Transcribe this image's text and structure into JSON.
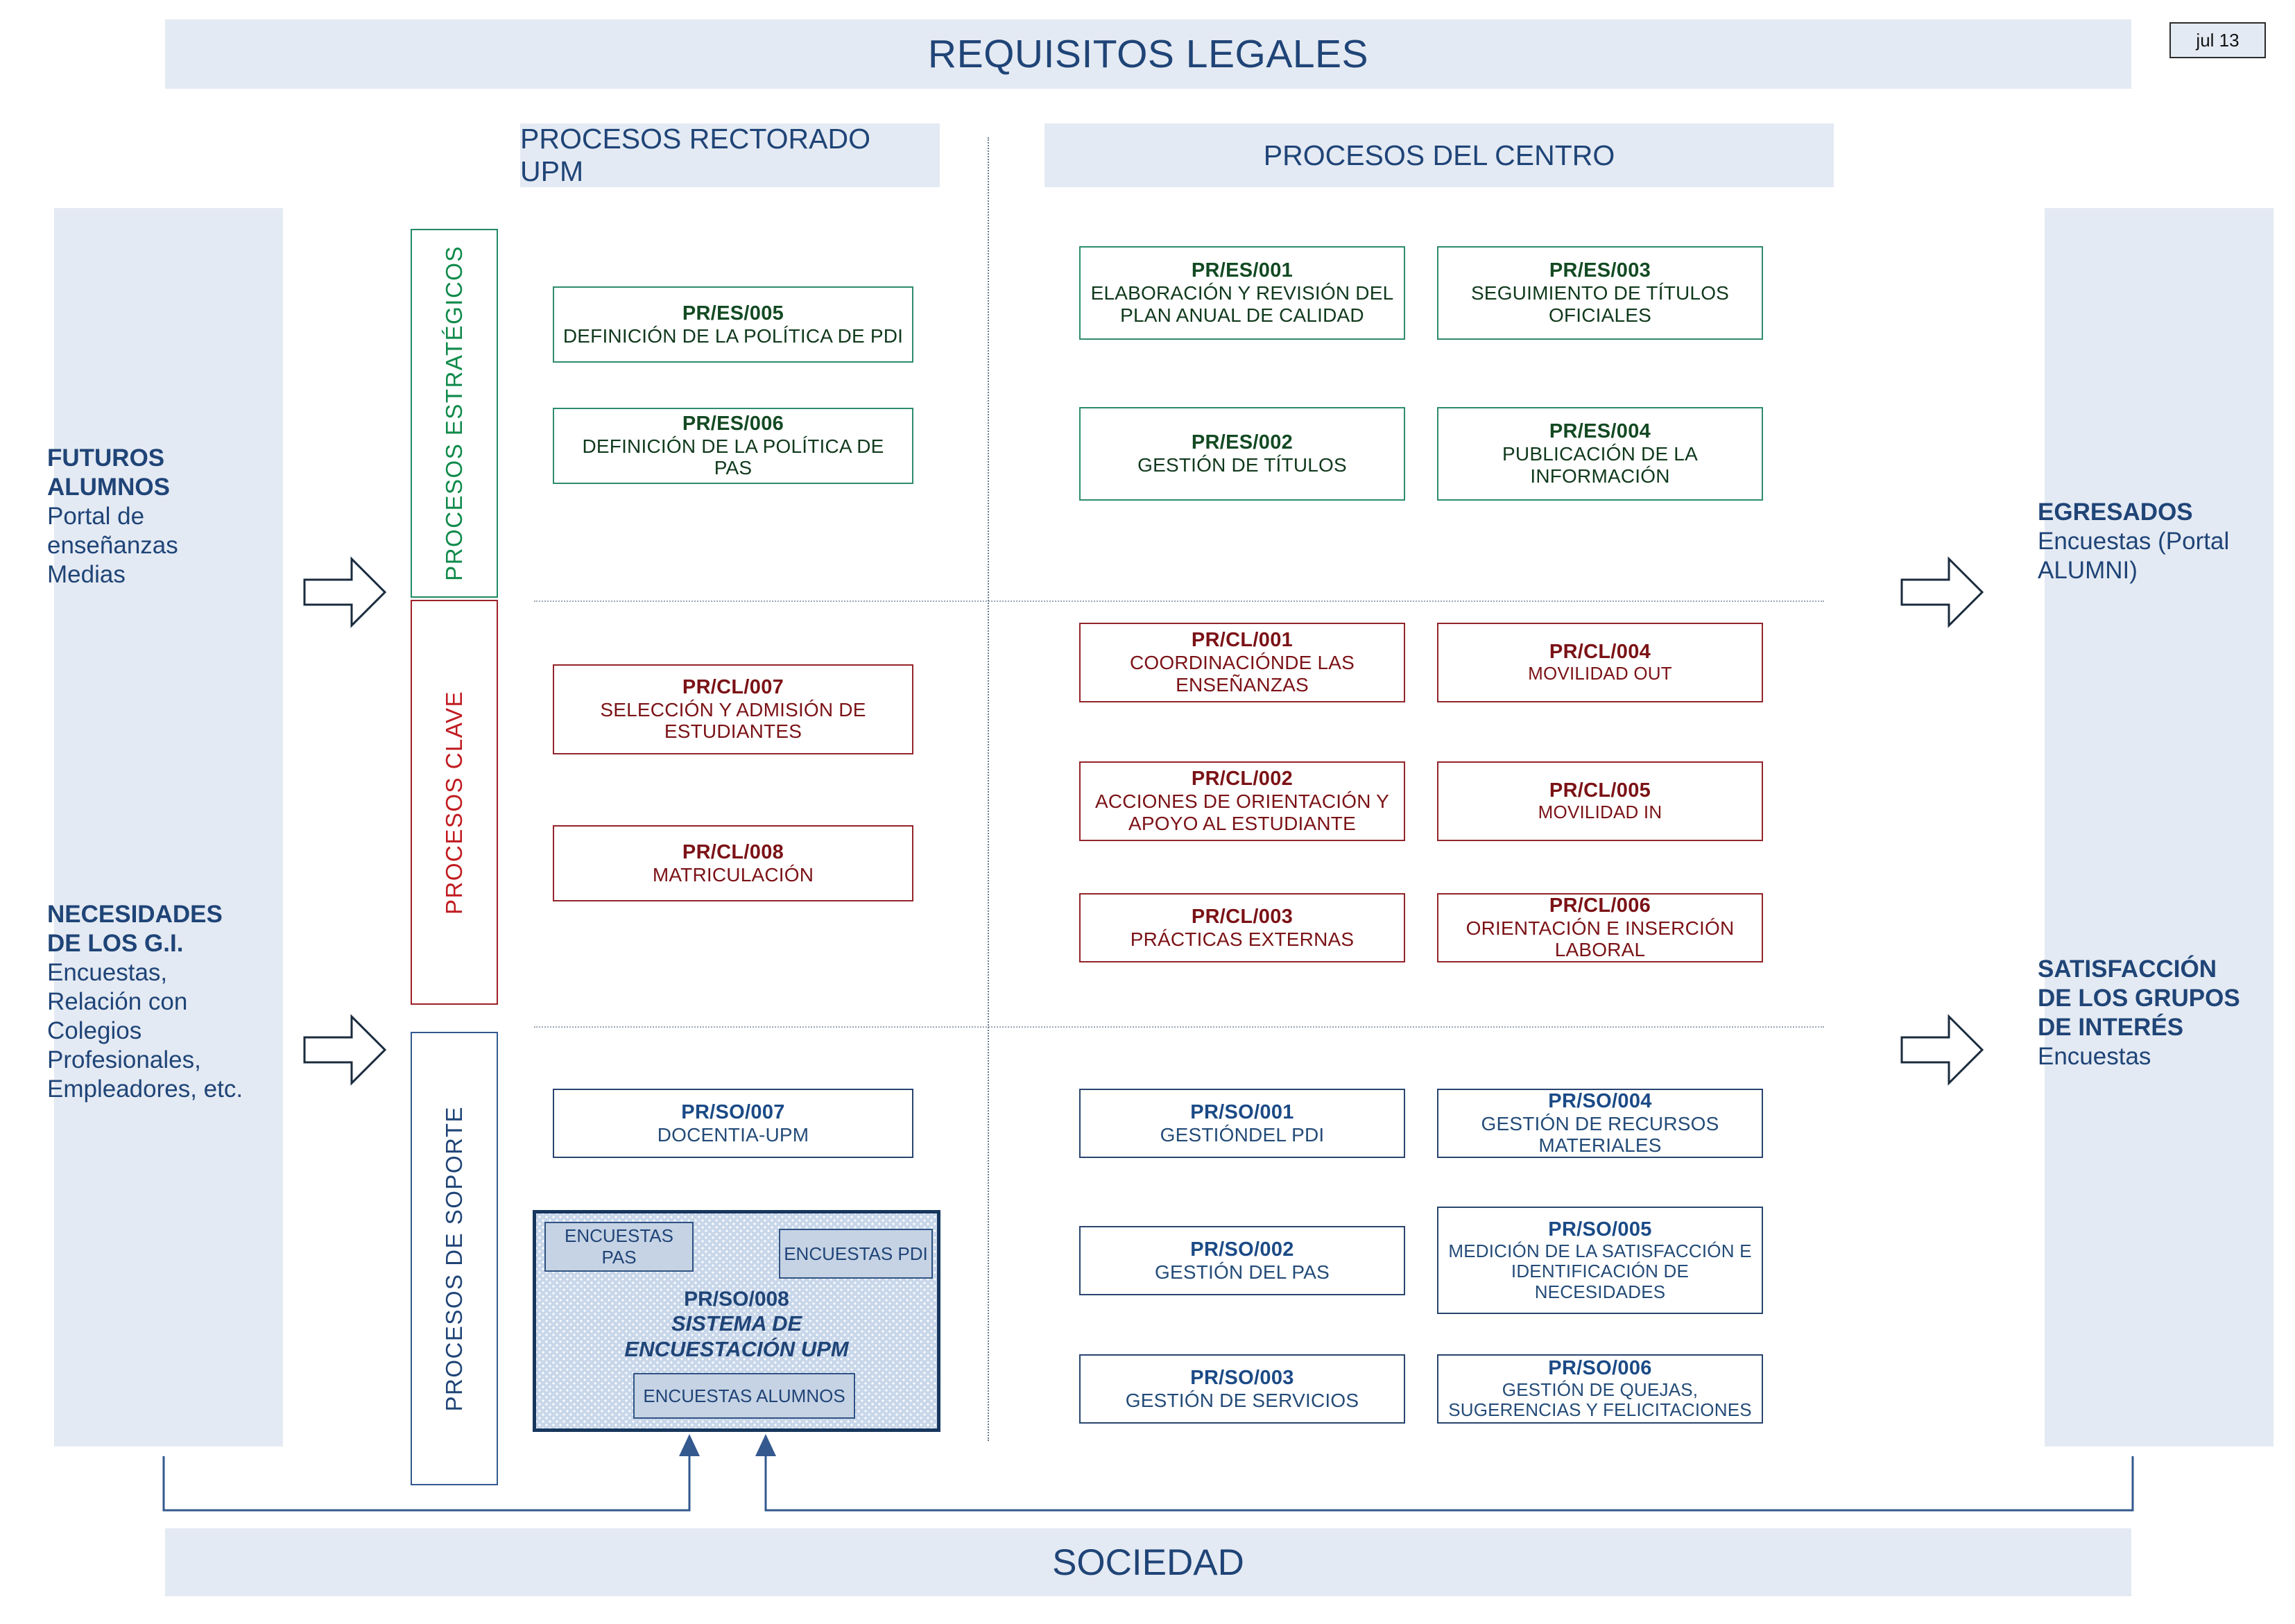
{
  "header": {
    "title": "REQUISITOS LEGALES",
    "date_tag": "jul 13"
  },
  "footer": {
    "title": "SOCIEDAD"
  },
  "group_headers": {
    "rectorado": "PROCESOS RECTORADO UPM",
    "centro": "PROCESOS DEL CENTRO"
  },
  "categories": [
    {
      "key": "estrategicos",
      "label": "PROCESOS ESTRATÉGICOS",
      "color": "#0f8a4a"
    },
    {
      "key": "clave",
      "label": "PROCESOS CLAVE",
      "color": "#c01b20"
    },
    {
      "key": "soporte",
      "label": "PROCESOS DE SOPORTE",
      "color": "#1f4477"
    }
  ],
  "stakeholders": {
    "inputs": [
      {
        "heading": "FUTUROS ALUMNOS",
        "detail": "Portal de enseñanzas Medias"
      },
      {
        "heading": "NECESIDADES DE LOS G.I.",
        "detail": "Encuestas, Relación con Colegios Profesionales, Empleadores, etc."
      }
    ],
    "outputs": [
      {
        "heading": "EGRESADOS",
        "detail": "Encuestas (Portal ALUMNI)"
      },
      {
        "heading": "SATISFACCIÓN DE LOS GRUPOS DE INTERÉS",
        "detail": "Encuestas"
      }
    ]
  },
  "processes": {
    "estrategicos_rectorado": [
      {
        "code": "PR/ES/005",
        "name": "DEFINICIÓN DE LA POLÍTICA DE PDI"
      },
      {
        "code": "PR/ES/006",
        "name": "DEFINICIÓN DE LA POLÍTICA DE PAS"
      }
    ],
    "estrategicos_centro": [
      {
        "code": "PR/ES/001",
        "name": "ELABORACIÓN Y REVISIÓN DEL PLAN ANUAL DE CALIDAD"
      },
      {
        "code": "PR/ES/003",
        "name": "SEGUIMIENTO DE TÍTULOS OFICIALES"
      },
      {
        "code": "PR/ES/002",
        "name": "GESTIÓN DE TÍTULOS"
      },
      {
        "code": "PR/ES/004",
        "name": "PUBLICACIÓN DE LA INFORMACIÓN"
      }
    ],
    "clave_rectorado": [
      {
        "code": "PR/CL/007",
        "name": "SELECCIÓN Y ADMISIÓN DE ESTUDIANTES"
      },
      {
        "code": "PR/CL/008",
        "name": "MATRICULACIÓN"
      }
    ],
    "clave_centro": [
      {
        "code": "PR/CL/001",
        "name": "COORDINACIÓNDE LAS ENSEÑANZAS"
      },
      {
        "code": "PR/CL/004",
        "name": "MOVILIDAD OUT"
      },
      {
        "code": "PR/CL/002",
        "name": "ACCIONES DE ORIENTACIÓN Y APOYO AL ESTUDIANTE"
      },
      {
        "code": "PR/CL/005",
        "name": "MOVILIDAD IN"
      },
      {
        "code": "PR/CL/003",
        "name": "PRÁCTICAS EXTERNAS"
      },
      {
        "code": "PR/CL/006",
        "name": "ORIENTACIÓN E INSERCIÓN LABORAL"
      }
    ],
    "soporte_rectorado": [
      {
        "code": "PR/SO/007",
        "name": "DOCENTIA-UPM"
      }
    ],
    "soporte_centro": [
      {
        "code": "PR/SO/001",
        "name": "GESTIÓNDEL PDI"
      },
      {
        "code": "PR/SO/004",
        "name": "GESTIÓN DE RECURSOS MATERIALES"
      },
      {
        "code": "PR/SO/002",
        "name": "GESTIÓN DEL PAS"
      },
      {
        "code": "PR/SO/005",
        "name": "MEDICIÓN DE LA SATISFACCIÓN E IDENTIFICACIÓN DE NECESIDADES"
      },
      {
        "code": "PR/SO/003",
        "name": "GESTIÓN DE SERVICIOS"
      },
      {
        "code": "PR/SO/006",
        "name": "GESTIÓN DE QUEJAS, SUGERENCIAS Y FELICITACIONES"
      }
    ]
  },
  "survey_system": {
    "code": "PR/SO/008",
    "name_line1": "SISTEMA DE",
    "name_line2": "ENCUESTACIÓN UPM",
    "surveys": {
      "pas": "ENCUESTAS  PAS",
      "pdi": "ENCUESTAS PDI",
      "alumnos": "ENCUESTAS ALUMNOS"
    }
  },
  "colors": {
    "banner_bg": "#e4eaf3",
    "banner_text": "#1f4477",
    "strategic": "#2e8b6f",
    "key": "#93242a",
    "support": "#29456f"
  }
}
